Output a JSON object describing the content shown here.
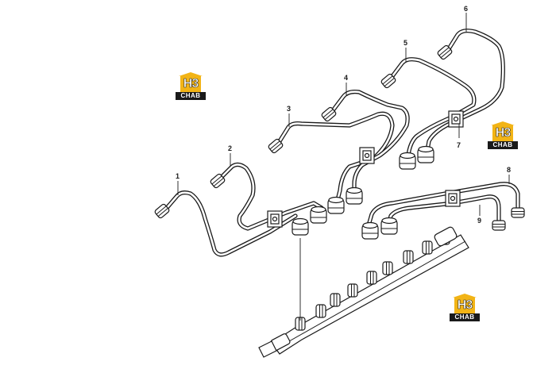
{
  "callouts": [
    "1",
    "2",
    "3",
    "4",
    "5",
    "6",
    "7",
    "8",
    "9"
  ],
  "logo": {
    "mark": "H3",
    "caption": "CHAB"
  },
  "logo_color": "#f2b416"
}
